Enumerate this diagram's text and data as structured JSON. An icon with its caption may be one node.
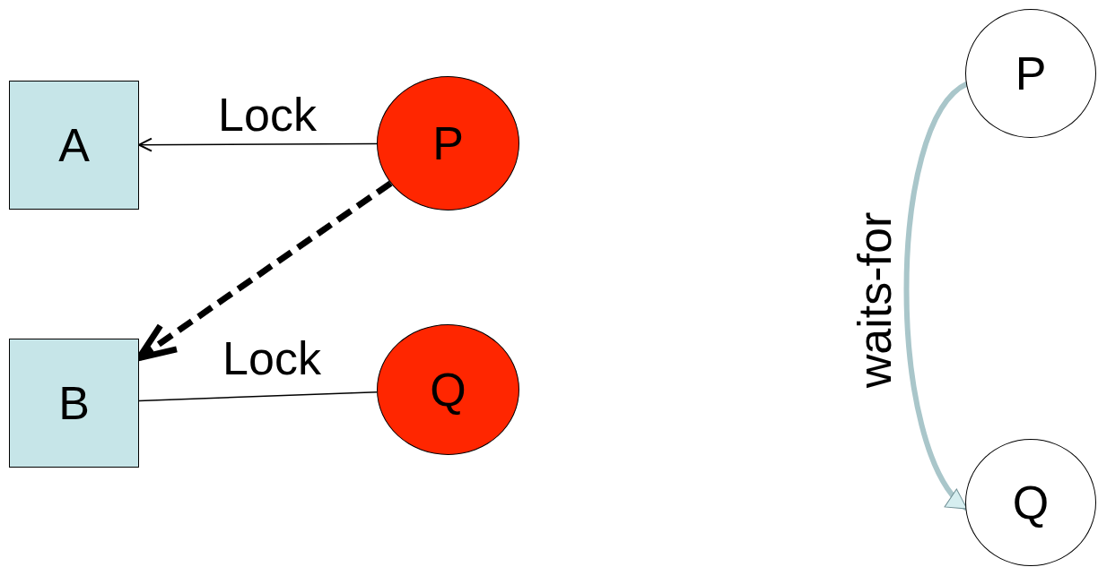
{
  "diagram": {
    "nodes": [
      {
        "text": [
          "A"
        ]
      },
      {
        "text": [
          "P"
        ]
      },
      {
        "text": [
          "B"
        ]
      },
      {
        "text": [
          "Q"
        ]
      },
      {
        "text": [
          "P"
        ]
      },
      {
        "text": [
          "Q"
        ]
      }
    ],
    "edges": [
      {
        "from": 1,
        "to": 0,
        "arrow": "to",
        "label": "Lock"
      },
      {
        "from": 1,
        "to": 2,
        "arrow": "to",
        "style": "dashed"
      },
      {
        "from": 3,
        "to": 2,
        "arrow": "none",
        "label": "Lock"
      },
      {
        "from": 4,
        "to": 5,
        "arrow": "to",
        "label": "waits-for",
        "style": "thick",
        "color": "#a9c6ca"
      }
    ]
  }
}
